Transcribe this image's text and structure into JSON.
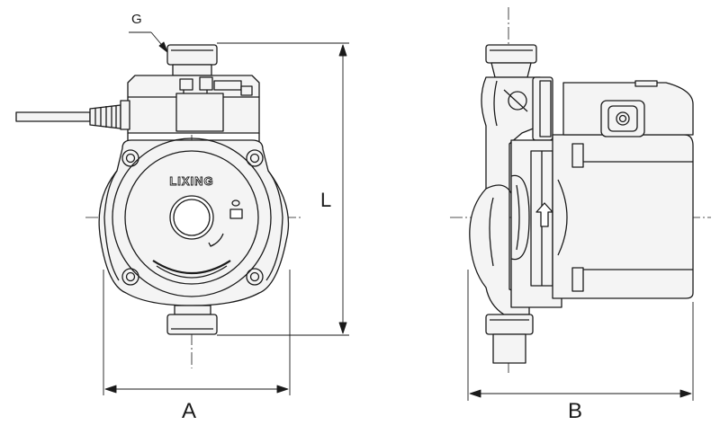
{
  "labels": {
    "port": "G",
    "length": "L",
    "width_front": "A",
    "width_side": "B"
  },
  "brand": "LIXING",
  "colors": {
    "line": "#1a1a1a",
    "body_fill": "#f4f4f4",
    "background": "#ffffff"
  }
}
